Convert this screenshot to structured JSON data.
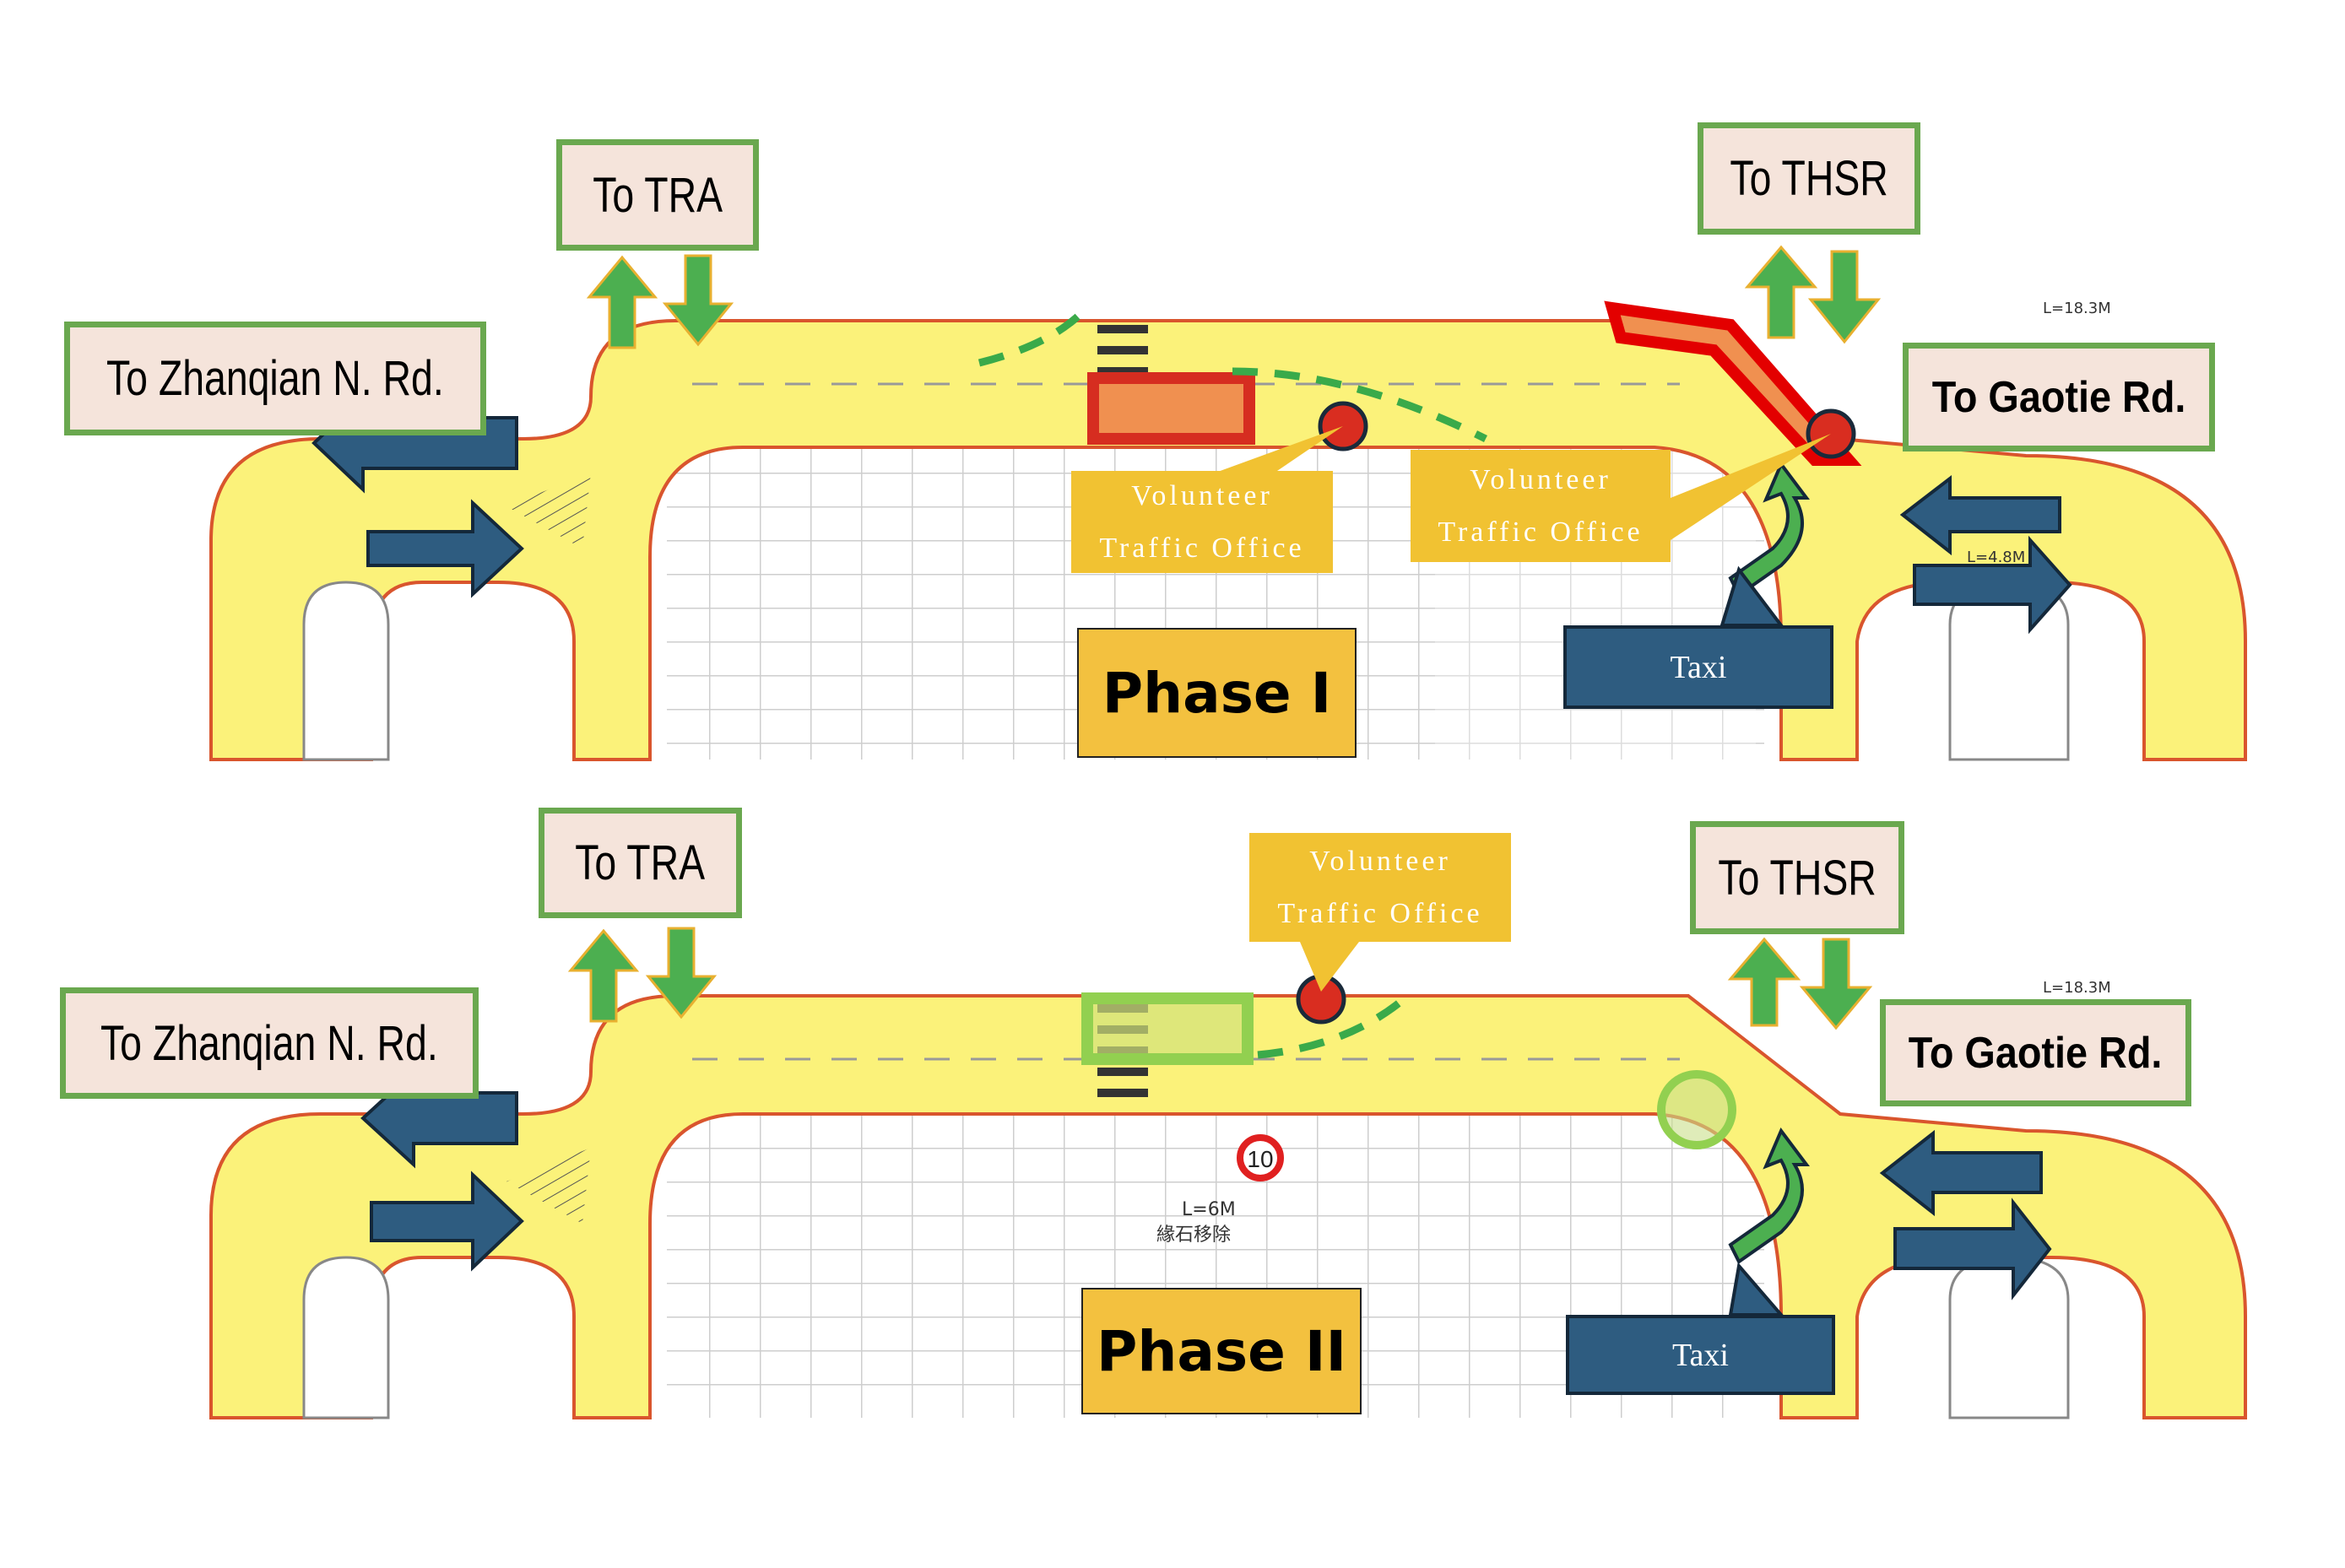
{
  "panels": [
    {
      "phase_label": "Phase I",
      "destinations": {
        "tra": "To TRA",
        "zhanqian": "To Zhanqian N. Rd.",
        "thsr": "To THSR",
        "gaotie": "To Gaotie Rd."
      },
      "volunteer_offices": [
        {
          "line1": "Volunteer",
          "line2": "Traffic Office"
        },
        {
          "line1": "Volunteer",
          "line2": "Traffic Office"
        }
      ],
      "taxi_label": "Taxi",
      "highlights": [
        "red-crosswalk-zone",
        "red-curve-zone"
      ],
      "plan_annotations": [
        "L=18.3M",
        "L=4.8M"
      ]
    },
    {
      "phase_label": "Phase II",
      "destinations": {
        "tra": "To TRA",
        "zhanqian": "To Zhanqian N. Rd.",
        "thsr": "To THSR",
        "gaotie": "To Gaotie Rd."
      },
      "volunteer_offices": [
        {
          "line1": "Volunteer",
          "line2": "Traffic Office"
        }
      ],
      "taxi_label": "Taxi",
      "highlights": [
        "green-crosswalk-zone",
        "green-circle-zone"
      ],
      "plan_annotations": [
        "L=18.3M",
        "L=6M",
        "10",
        "緣石移除"
      ]
    }
  ],
  "colors": {
    "road": "#fbf27a",
    "label_bg": "#f5e4db",
    "label_border": "#6aa84f",
    "callout": "#f1c232",
    "blue_arrow": "#2e5c80",
    "green_arrow": "#4caf50",
    "red_zone": "#e02020",
    "green_zone": "#92d050"
  }
}
